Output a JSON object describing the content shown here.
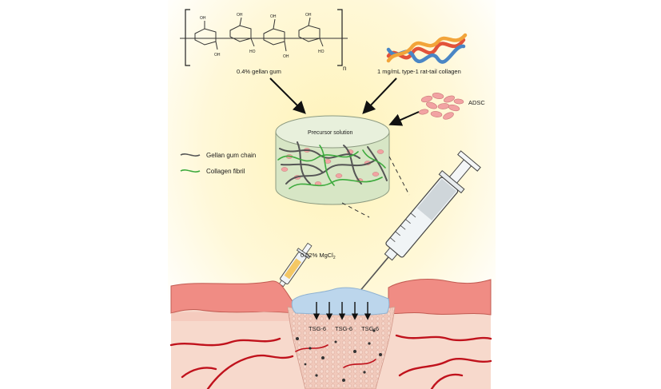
{
  "labels": {
    "gellan": "0.4% gellan gum",
    "collagen": "1 mg/mL type-1 rat-tail collagen",
    "adsc": "ADSC",
    "precursor": "Precursor solution",
    "repeat_n": "n",
    "mgcl2_prefix": "0.02% MgCl",
    "mgcl2_sub": "2",
    "tsg": [
      "TSG-6",
      "TSG-6",
      "TSG-6"
    ]
  },
  "legend": [
    {
      "label": "Gellan gum chain",
      "color": "#555555"
    },
    {
      "label": "Collagen fibril",
      "color": "#3daa3d"
    }
  ],
  "colors": {
    "background_glow": "#fff6c8",
    "gellan_chain": "#555555",
    "collagen_fibril": "#3daa3d",
    "cells": "#f2a3a3",
    "skin_epidermis": "#f08c84",
    "dermis": "#f6d5c7",
    "blood_vessel": "#c0121c",
    "hydrogel": "#bcd6ec",
    "cylinder": "#d7e6c5"
  }
}
